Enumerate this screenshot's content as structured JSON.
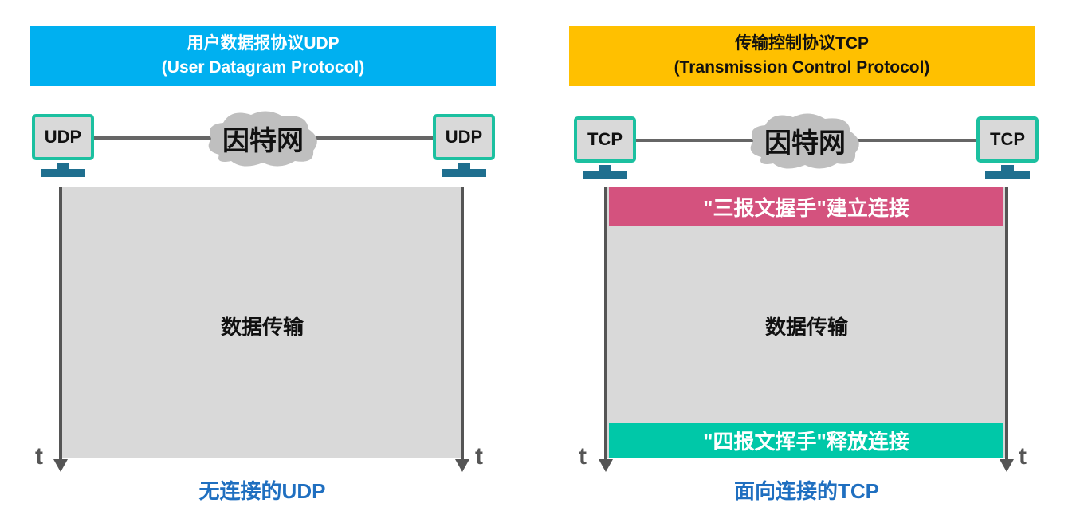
{
  "udp": {
    "title_cn": "用户数据报协议UDP",
    "title_en": "(User Datagram Protocol)",
    "host_label": "UDP",
    "internet_label": "因特网",
    "transfer_label": "数据传输",
    "time_label": "t",
    "caption": "无连接的UDP",
    "header_color": "#00b0f0"
  },
  "tcp": {
    "title_cn": "传输控制协议TCP",
    "title_en": "(Transmission Control Protocol)",
    "host_label": "TCP",
    "internet_label": "因特网",
    "handshake_label": "\"三报文握手\"建立连接",
    "transfer_label": "数据传输",
    "teardown_label": "\"四报文挥手\"释放连接",
    "time_label": "t",
    "caption": "面向连接的TCP",
    "header_color": "#ffc000",
    "handshake_color": "#d4527e",
    "teardown_color": "#00c8a8"
  }
}
